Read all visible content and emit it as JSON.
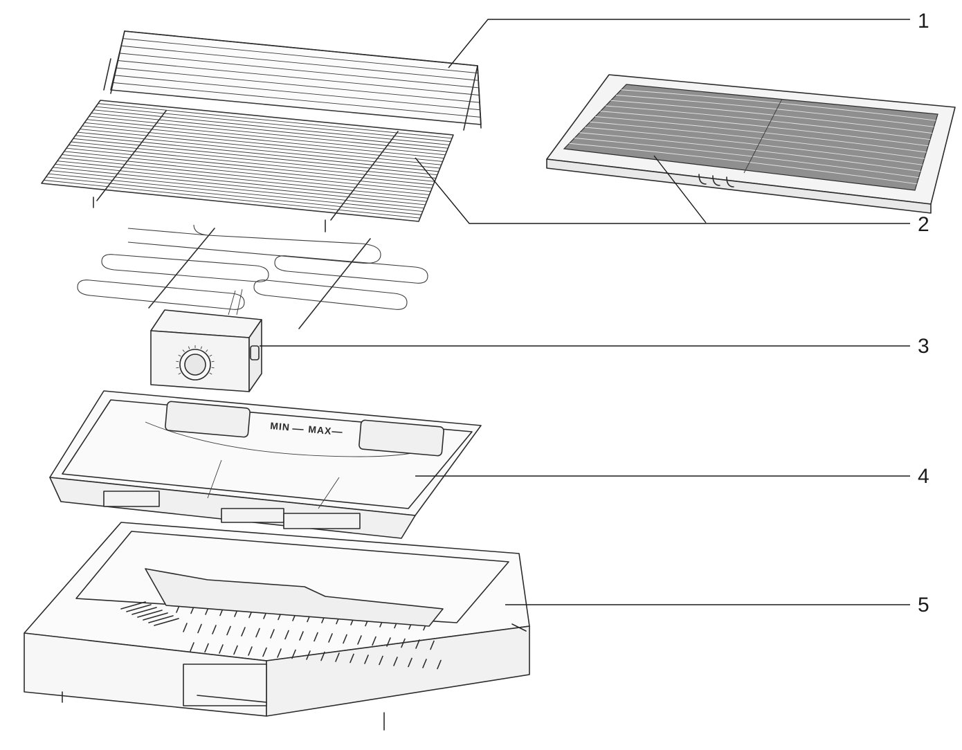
{
  "callouts": [
    {
      "id": "wire-rack",
      "number": "1"
    },
    {
      "id": "grill-plate",
      "number": "2"
    },
    {
      "id": "thermostat-control",
      "number": "3"
    },
    {
      "id": "drip-tray",
      "number": "4"
    },
    {
      "id": "base-housing",
      "number": "5"
    }
  ],
  "tray_markings": {
    "min": "MIN",
    "max": "MAX"
  }
}
